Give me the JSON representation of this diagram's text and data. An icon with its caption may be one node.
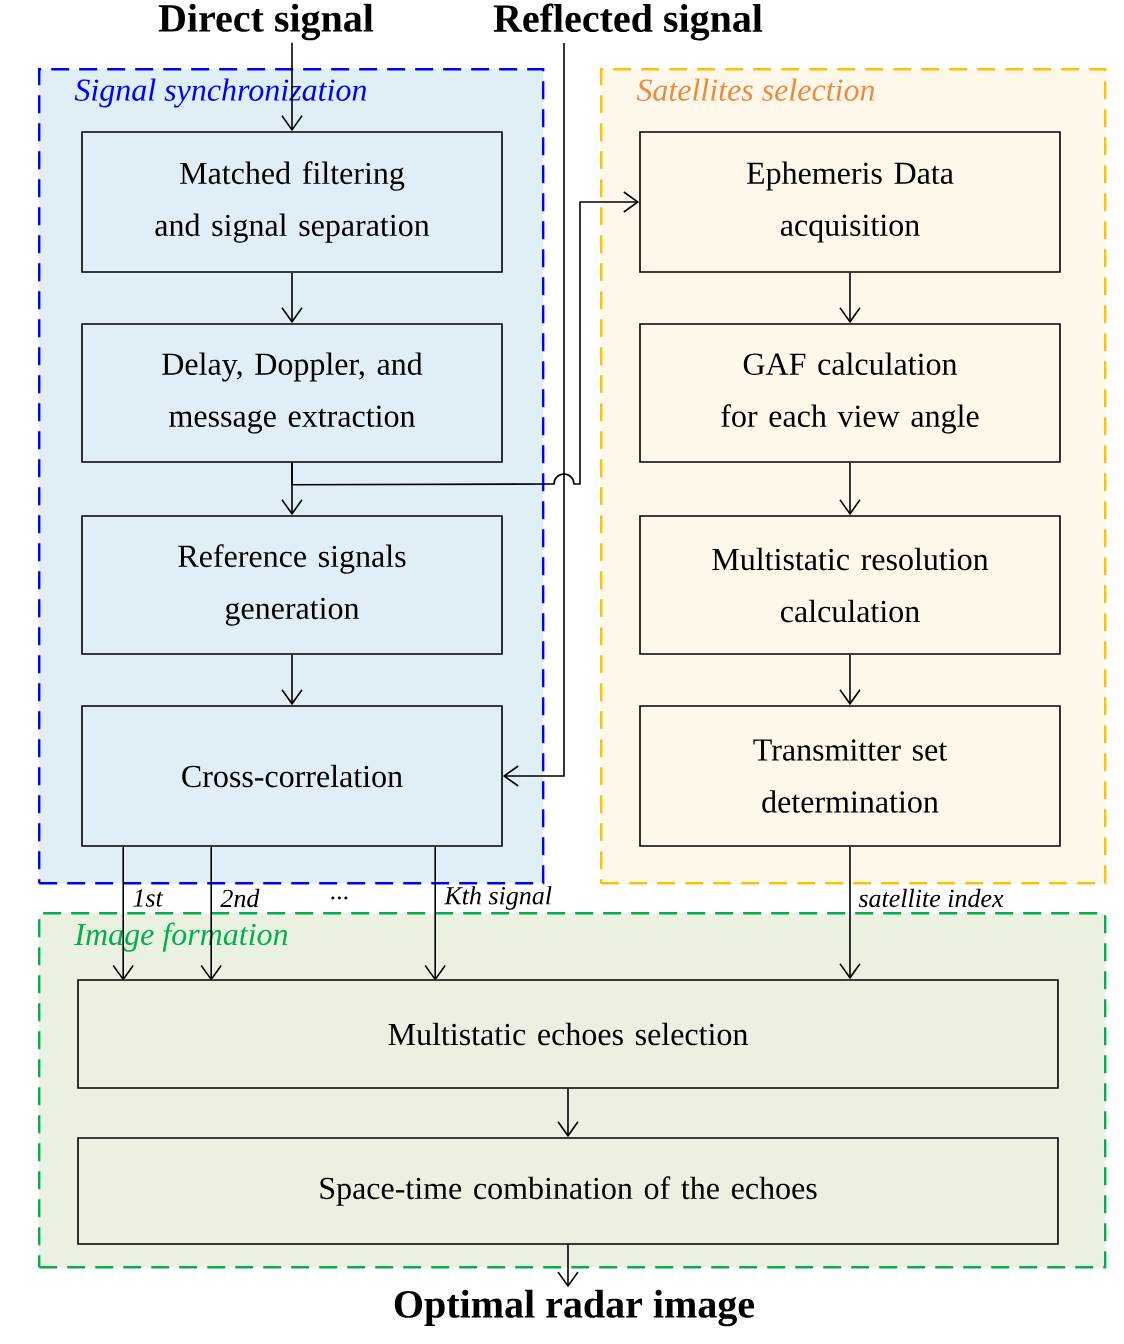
{
  "diagram": {
    "nodes": [
      {
        "text": [
          "Direct signal"
        ]
      },
      {
        "text": [
          "Reflected signal"
        ]
      },
      {
        "text": [
          "Signal synchronization"
        ]
      },
      {
        "text": [
          "Matched filtering and signal separation"
        ],
        "in": 2
      },
      {
        "text": [
          "Delay, Doppler, and message extraction"
        ],
        "in": 2
      },
      {
        "text": [
          "Reference signals generation"
        ],
        "in": 2
      },
      {
        "text": [
          "Cross-correlation"
        ],
        "in": 2
      },
      {
        "text": [
          "Satellites selection"
        ]
      },
      {
        "text": [
          "Ephemeris Data acquisition"
        ],
        "in": 7
      },
      {
        "text": [
          "GAF calculation for each view angle"
        ],
        "in": 7
      },
      {
        "text": [
          "Multistatic resolution calculation"
        ],
        "in": 7
      },
      {
        "text": [
          "Transmitter set determination"
        ],
        "in": 7
      },
      {
        "text": [
          "Image formation"
        ]
      },
      {
        "text": [
          "Multistatic echoes selection"
        ],
        "in": 12
      },
      {
        "text": [
          "Space-time combination of the echoes"
        ],
        "in": 12
      },
      {
        "text": [
          "Optimal radar image"
        ]
      }
    ],
    "edges": [
      {
        "from": 0,
        "to": 3,
        "arrow": "to"
      },
      {
        "from": 3,
        "to": 4,
        "arrow": "to"
      },
      {
        "from": 4,
        "to": 5,
        "arrow": "to"
      },
      {
        "from": 4,
        "to": 8,
        "arrow": "to"
      },
      {
        "from": 5,
        "to": 6,
        "arrow": "to"
      },
      {
        "from": 1,
        "to": 6,
        "arrow": "to"
      },
      {
        "from": 6,
        "to": 13,
        "arrow": "to",
        "label": "1st"
      },
      {
        "from": 6,
        "to": 13,
        "arrow": "to",
        "label": "2nd"
      },
      {
        "from": 6,
        "to": 13,
        "arrow": "to",
        "label": "Kth signal"
      },
      {
        "from": 8,
        "to": 9,
        "arrow": "to"
      },
      {
        "from": 9,
        "to": 10,
        "arrow": "to"
      },
      {
        "from": 10,
        "to": 11,
        "arrow": "to"
      },
      {
        "from": 11,
        "to": 13,
        "arrow": "to",
        "label": "satellite index"
      },
      {
        "from": 13,
        "to": 14,
        "arrow": "to"
      },
      {
        "from": 14,
        "to": 15,
        "arrow": "to"
      }
    ],
    "labels": [
      "..."
    ]
  }
}
